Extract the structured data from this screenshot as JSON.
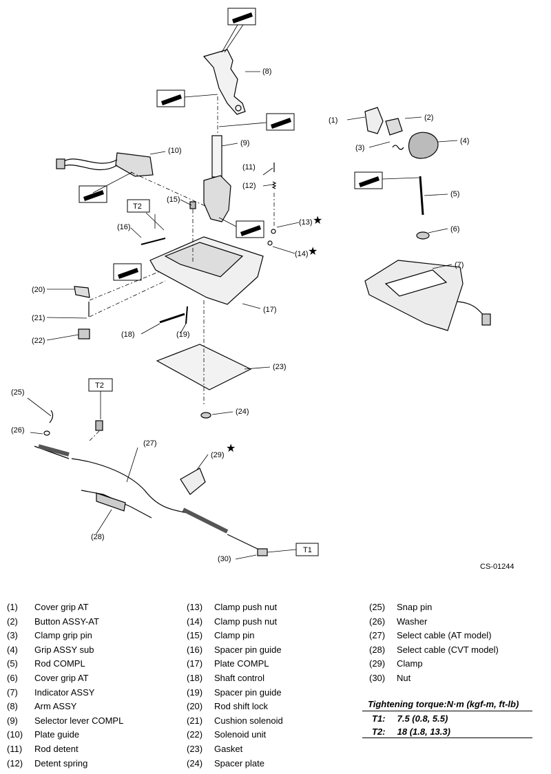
{
  "diagram": {
    "code": "CS-01244",
    "callouts": [
      "(1)",
      "(2)",
      "(3)",
      "(4)",
      "(5)",
      "(6)",
      "(7)",
      "(8)",
      "(9)",
      "(10)",
      "(11)",
      "(12)",
      "(13)",
      "(14)",
      "(15)",
      "(16)",
      "(17)",
      "(18)",
      "(19)",
      "(20)",
      "(21)",
      "(22)",
      "(23)",
      "(24)",
      "(25)",
      "(26)",
      "(27)",
      "(28)",
      "(29)",
      "(30)"
    ],
    "torque_tags": [
      "T2",
      "T2",
      "T1"
    ]
  },
  "legend": {
    "col1": [
      {
        "num": "(1)",
        "name": "Cover grip AT"
      },
      {
        "num": "(2)",
        "name": "Button ASSY-AT"
      },
      {
        "num": "(3)",
        "name": "Clamp grip pin"
      },
      {
        "num": "(4)",
        "name": "Grip ASSY sub"
      },
      {
        "num": "(5)",
        "name": "Rod COMPL"
      },
      {
        "num": "(6)",
        "name": "Cover grip AT"
      },
      {
        "num": "(7)",
        "name": "Indicator ASSY"
      },
      {
        "num": "(8)",
        "name": "Arm ASSY"
      },
      {
        "num": "(9)",
        "name": "Selector lever COMPL"
      },
      {
        "num": "(10)",
        "name": "Plate guide"
      },
      {
        "num": "(11)",
        "name": "Rod detent"
      },
      {
        "num": "(12)",
        "name": "Detent spring"
      }
    ],
    "col2": [
      {
        "num": "(13)",
        "name": "Clamp push nut"
      },
      {
        "num": "(14)",
        "name": "Clamp push nut"
      },
      {
        "num": "(15)",
        "name": "Clamp pin"
      },
      {
        "num": "(16)",
        "name": "Spacer pin guide"
      },
      {
        "num": "(17)",
        "name": "Plate COMPL"
      },
      {
        "num": "(18)",
        "name": "Shaft control"
      },
      {
        "num": "(19)",
        "name": "Spacer pin guide"
      },
      {
        "num": "(20)",
        "name": "Rod shift lock"
      },
      {
        "num": "(21)",
        "name": "Cushion solenoid"
      },
      {
        "num": "(22)",
        "name": "Solenoid unit"
      },
      {
        "num": "(23)",
        "name": "Gasket"
      },
      {
        "num": "(24)",
        "name": "Spacer plate"
      }
    ],
    "col3": [
      {
        "num": "(25)",
        "name": "Snap pin"
      },
      {
        "num": "(26)",
        "name": "Washer"
      },
      {
        "num": "(27)",
        "name": "Select cable (AT model)"
      },
      {
        "num": "(28)",
        "name": "Select cable (CVT model)"
      },
      {
        "num": "(29)",
        "name": "Clamp"
      },
      {
        "num": "(30)",
        "name": "Nut"
      }
    ]
  },
  "torque": {
    "title": "Tightening torque:N·m (kgf-m, ft-lb)",
    "rows": [
      {
        "key": "T1:",
        "value": "7.5 (0.8, 5.5)"
      },
      {
        "key": "T2:",
        "value": "18 (1.8, 13.3)"
      }
    ]
  }
}
